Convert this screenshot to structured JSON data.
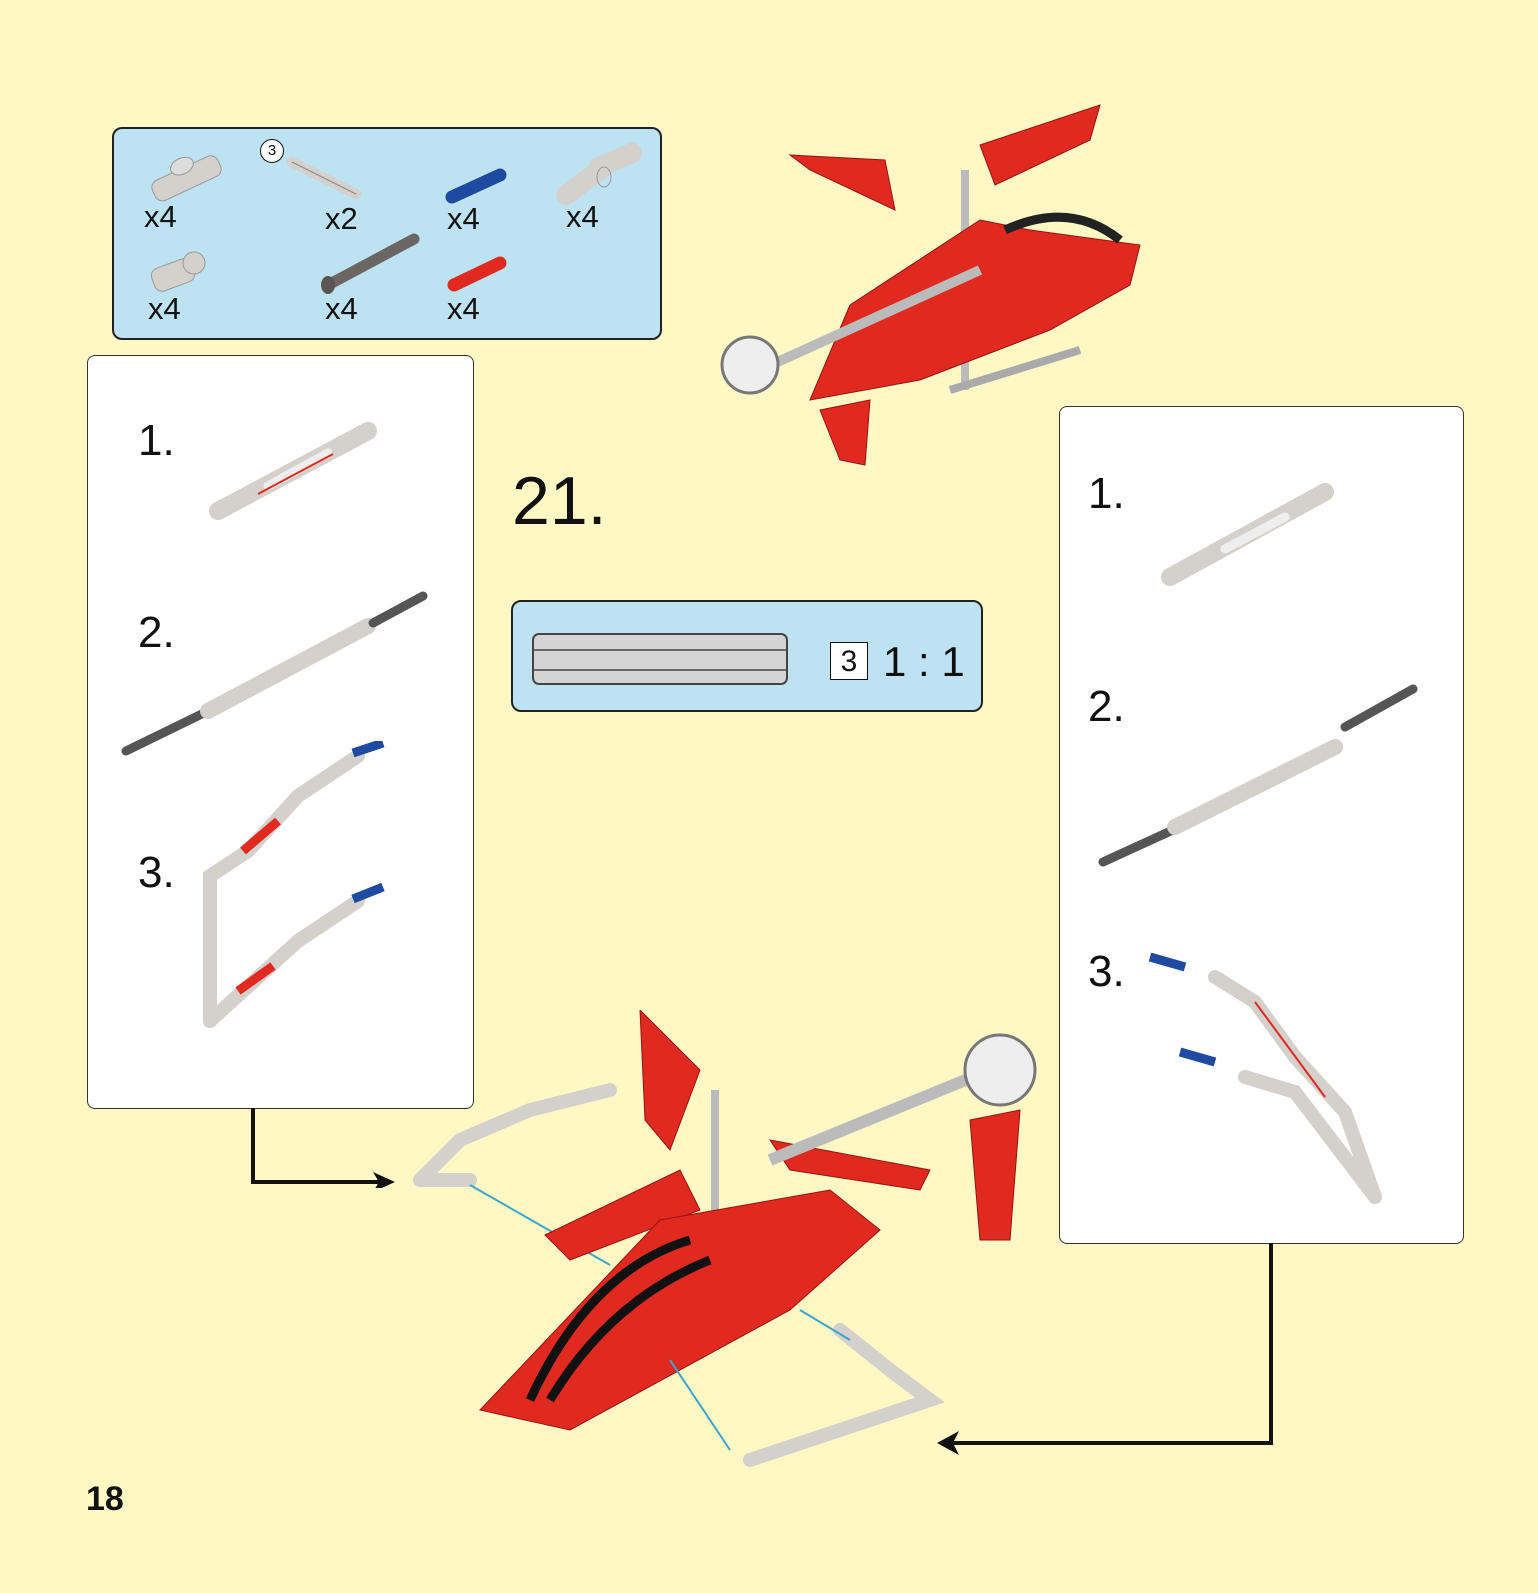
{
  "parts_list": {
    "items": [
      {
        "part": "axle-connector-hub",
        "qty": "x4",
        "color": "#d4d0cc"
      },
      {
        "part": "axle-3",
        "qty": "x2",
        "color": "#d4d0cc",
        "length_badge": "3"
      },
      {
        "part": "axle-pin",
        "qty": "x4",
        "color": "#1e4aa0"
      },
      {
        "part": "angle-connector",
        "qty": "x4",
        "color": "#d4d0cc"
      },
      {
        "part": "angle-connector-small",
        "qty": "x4",
        "color": "#d4d0cc"
      },
      {
        "part": "axle-with-stop",
        "qty": "x4",
        "color": "#6b6663"
      },
      {
        "part": "axle-2",
        "qty": "x4",
        "color": "#e02a20"
      }
    ]
  },
  "step": {
    "number": "21."
  },
  "scale_box": {
    "length": "3",
    "ratio": "1 : 1"
  },
  "left_panel": {
    "substeps": [
      "1.",
      "2.",
      "3."
    ]
  },
  "right_panel": {
    "substeps": [
      "1.",
      "2.",
      "3."
    ]
  },
  "page_number": "18",
  "colors": {
    "background": "#fff8c4",
    "callout_blue": "#bde2f1",
    "model_red": "#e02a20",
    "part_gray": "#d4d0cc"
  }
}
